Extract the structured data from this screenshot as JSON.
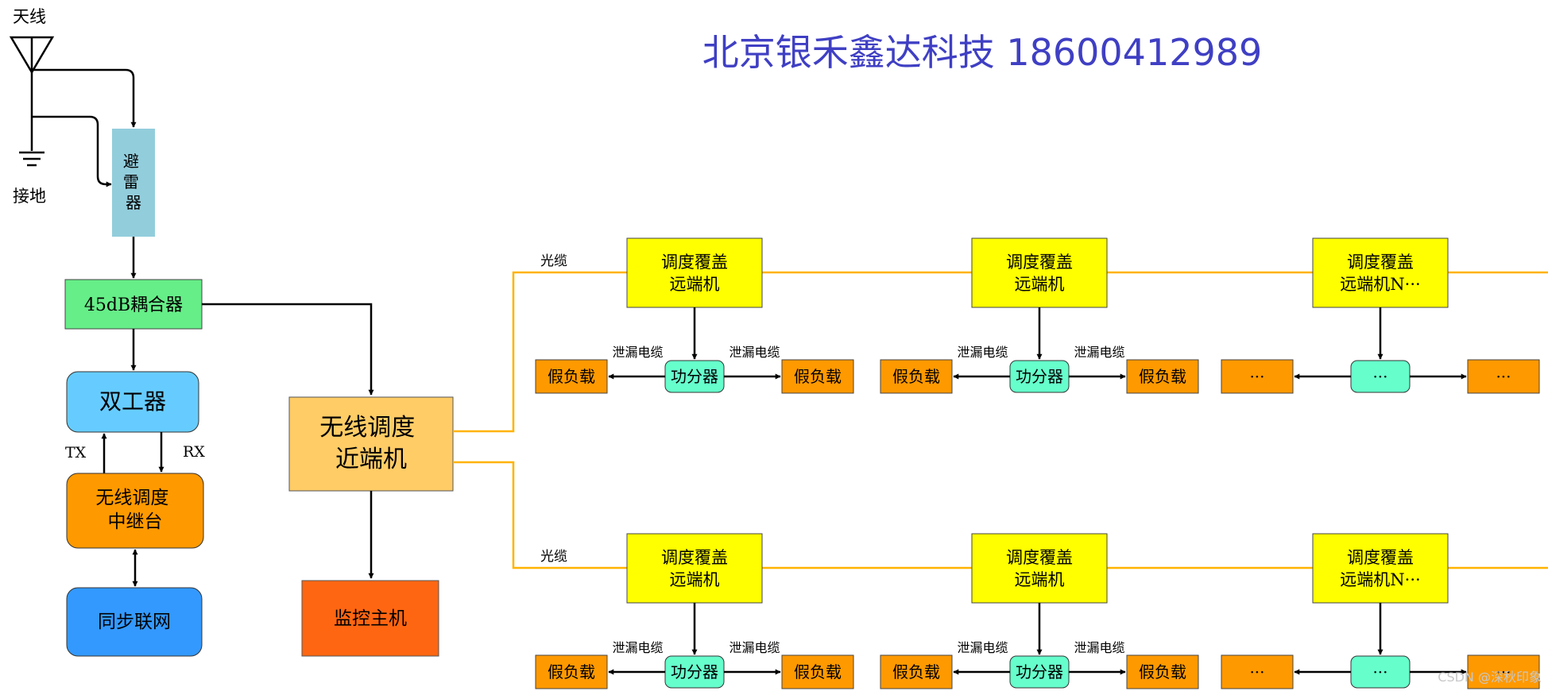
{
  "title": "北京银禾鑫达科技 18600412989",
  "watermark": "CSDN @深秋印象",
  "colors": {
    "title": "#3f3fc4",
    "lightning": "#92cddc",
    "coupler": "#66ee88",
    "duplexer": "#66ccff",
    "repeater": "#ff9900",
    "sync": "#3399ff",
    "near_end": "#ffcc66",
    "monitor": "#ff6611",
    "remote": "#ffff00",
    "splitter": "#66ffcc",
    "dummy": "#ff9900",
    "fiber": "#ffb300"
  },
  "left": {
    "antenna": "天线",
    "ground": "接地",
    "lightning": "避雷器",
    "coupler": "45dB耦合器",
    "duplexer": "双工器",
    "tx": "TX",
    "rx": "RX",
    "repeater_l1": "无线调度",
    "repeater_l2": "中继台",
    "sync": "同步联网"
  },
  "near_end": {
    "line1": "无线调度",
    "line2": "近端机"
  },
  "monitor": "监控主机",
  "rows": [
    {
      "fiber_label": "光缆",
      "units": [
        {
          "remote_l1": "调度覆盖",
          "remote_l2": "远端机",
          "splitter": "功分器",
          "cable_left": "泄漏电缆",
          "cable_right": "泄漏电缆",
          "load_left": "假负载",
          "load_right": "假负载"
        },
        {
          "remote_l1": "调度覆盖",
          "remote_l2": "远端机",
          "splitter": "功分器",
          "cable_left": "泄漏电缆",
          "cable_right": "泄漏电缆",
          "load_left": "假负载",
          "load_right": "假负载"
        },
        {
          "remote_l1": "调度覆盖",
          "remote_l2": "远端机N···",
          "splitter": "···",
          "load_left": "···",
          "load_right": "···"
        }
      ]
    },
    {
      "fiber_label": "光缆",
      "units": [
        {
          "remote_l1": "调度覆盖",
          "remote_l2": "远端机",
          "splitter": "功分器",
          "cable_left": "泄漏电缆",
          "cable_right": "泄漏电缆",
          "load_left": "假负载",
          "load_right": "假负载"
        },
        {
          "remote_l1": "调度覆盖",
          "remote_l2": "远端机",
          "splitter": "功分器",
          "cable_left": "泄漏电缆",
          "cable_right": "泄漏电缆",
          "load_left": "假负载",
          "load_right": "假负载"
        },
        {
          "remote_l1": "调度覆盖",
          "remote_l2": "远端机N···",
          "splitter": "···",
          "load_left": "···",
          "load_right": "···"
        }
      ]
    }
  ]
}
